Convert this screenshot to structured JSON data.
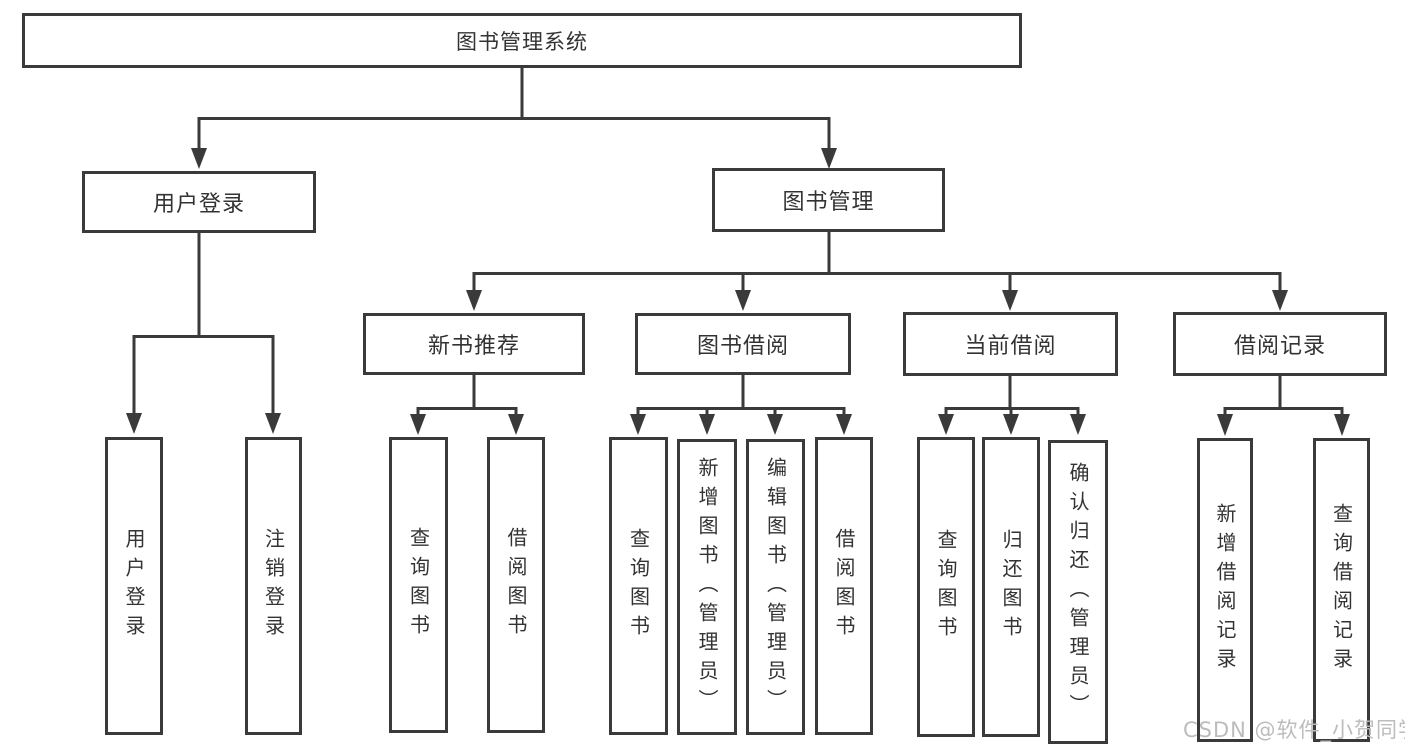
{
  "diagram": {
    "title": "图书管理系统",
    "level2": [
      {
        "label": "用户登录"
      },
      {
        "label": "图书管理"
      }
    ],
    "level3": [
      {
        "label": "新书推荐"
      },
      {
        "label": "图书借阅"
      },
      {
        "label": "当前借阅"
      },
      {
        "label": "借阅记录"
      }
    ],
    "leaves": {
      "login": [
        "用户登录",
        "注销登录"
      ],
      "recommend": [
        "查询图书",
        "借阅图书"
      ],
      "borrow": [
        "查询图书",
        "新增图书（管理员）",
        "编辑图书（管理员）",
        "借阅图书"
      ],
      "current": [
        "查询图书",
        "归还图书",
        "确认归还（管理员）"
      ],
      "record": [
        "新增借阅记录",
        "查询借阅记录"
      ]
    }
  },
  "watermark": {
    "text": "CSDN @软件_小贺同学"
  },
  "colors": {
    "line": "#3a3a3a",
    "text": "#333333",
    "box_background": "#ffffff",
    "watermark_text": "#bcbcbc"
  }
}
